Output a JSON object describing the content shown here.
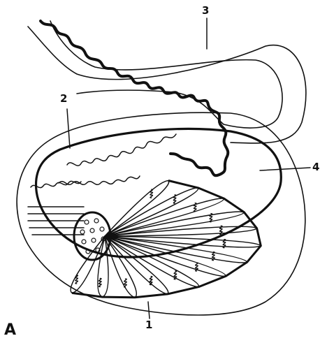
{
  "figure": {
    "panel_label": "A",
    "callouts": [
      {
        "id": "1",
        "text": "1"
      },
      {
        "id": "2",
        "text": "2"
      },
      {
        "id": "3",
        "text": "3"
      },
      {
        "id": "4",
        "text": "4"
      }
    ],
    "colors": {
      "ink": "#111111",
      "paper": "#ffffff"
    }
  }
}
